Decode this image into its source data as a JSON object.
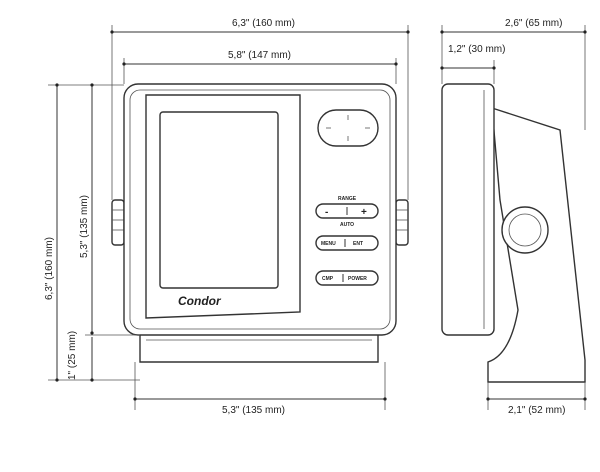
{
  "dimensions": {
    "front_total_width": "6,3\" (160 mm)",
    "front_bezel_width": "5,8\" (147 mm)",
    "front_total_height": "6,3\" (160 mm)",
    "front_body_height": "5,3\" (135 mm)",
    "bracket_height": "1\" (25 mm)",
    "bracket_width": "5,3\" (135 mm)",
    "side_total_depth": "2,6\" (65 mm)",
    "side_body_depth": "1,2\" (30 mm)",
    "side_bracket_depth": "2,1\" (52 mm)"
  },
  "device": {
    "brand": "Condor",
    "range_label": "RANGE",
    "auto_label": "AUTO",
    "minus": "-",
    "plus": "+",
    "menu": "MENU",
    "ent": "ENT",
    "cmp": "CMP",
    "power": "POWER"
  }
}
